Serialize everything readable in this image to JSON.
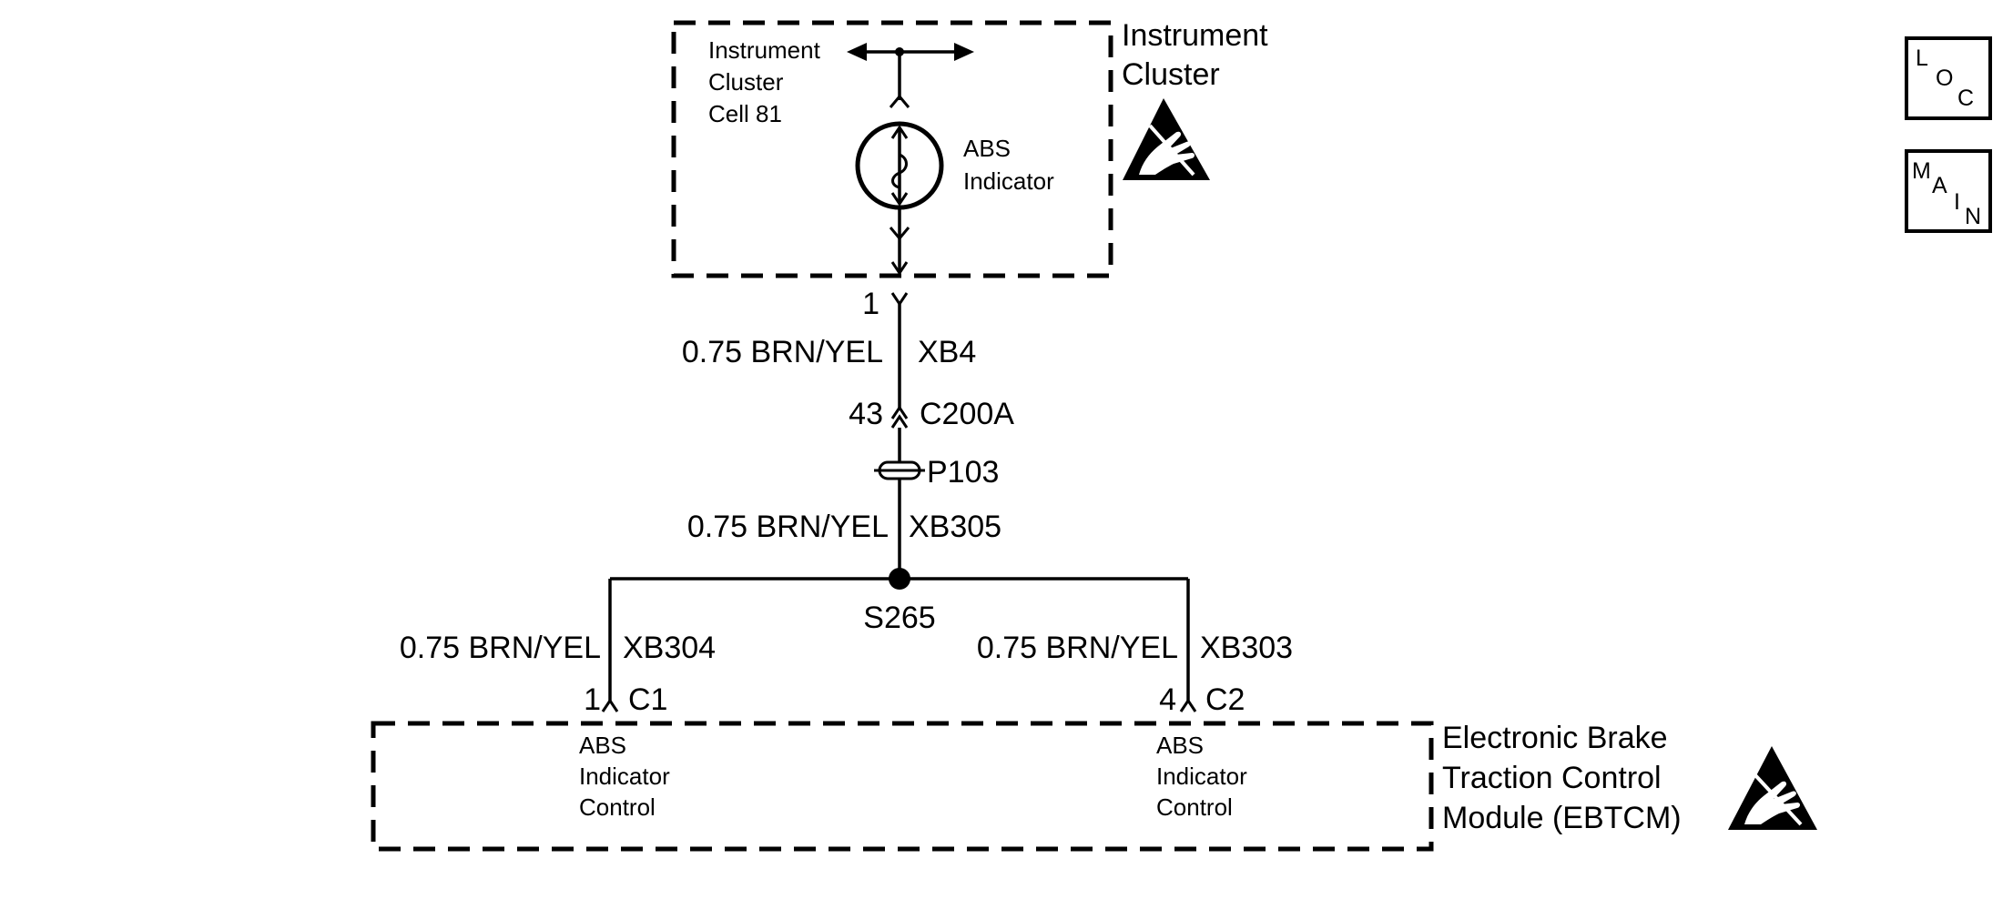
{
  "instrument_cluster": {
    "title_line1": "Instrument",
    "title_line2": "Cluster",
    "cell_line1": "Instrument",
    "cell_line2": "Cluster",
    "cell_line3": "Cell 81",
    "indicator_line1": "ABS",
    "indicator_line2": "Indicator",
    "pin": "1"
  },
  "wires": {
    "upper_gauge": "0.75 BRN/YEL",
    "upper_id": "XB4",
    "connector_pin": "43",
    "connector_id": "C200A",
    "pass_through": "P103",
    "middle_gauge": "0.75 BRN/YEL",
    "middle_id": "XB305",
    "splice": "S265",
    "left_gauge": "0.75 BRN/YEL",
    "left_id": "XB304",
    "right_gauge": "0.75 BRN/YEL",
    "right_id": "XB303"
  },
  "ebtcm": {
    "title_line1": "Electronic Brake",
    "title_line2": "Traction Control",
    "title_line3": "Module (EBTCM)",
    "left_pin": "1",
    "left_connector": "C1",
    "left_label_line1": "ABS",
    "left_label_line2": "Indicator",
    "left_label_line3": "Control",
    "right_pin": "4",
    "right_connector": "C2",
    "right_label_line1": "ABS",
    "right_label_line2": "Indicator",
    "right_label_line3": "Control"
  },
  "nav": {
    "loc_l": "L",
    "loc_o": "O",
    "loc_c": "C",
    "main_m": "M",
    "main_a": "A",
    "main_i": "I",
    "main_n": "N"
  },
  "icons": {
    "esd_instrument_cluster": "esd-warning-icon",
    "esd_ebtcm": "esd-warning-icon"
  }
}
